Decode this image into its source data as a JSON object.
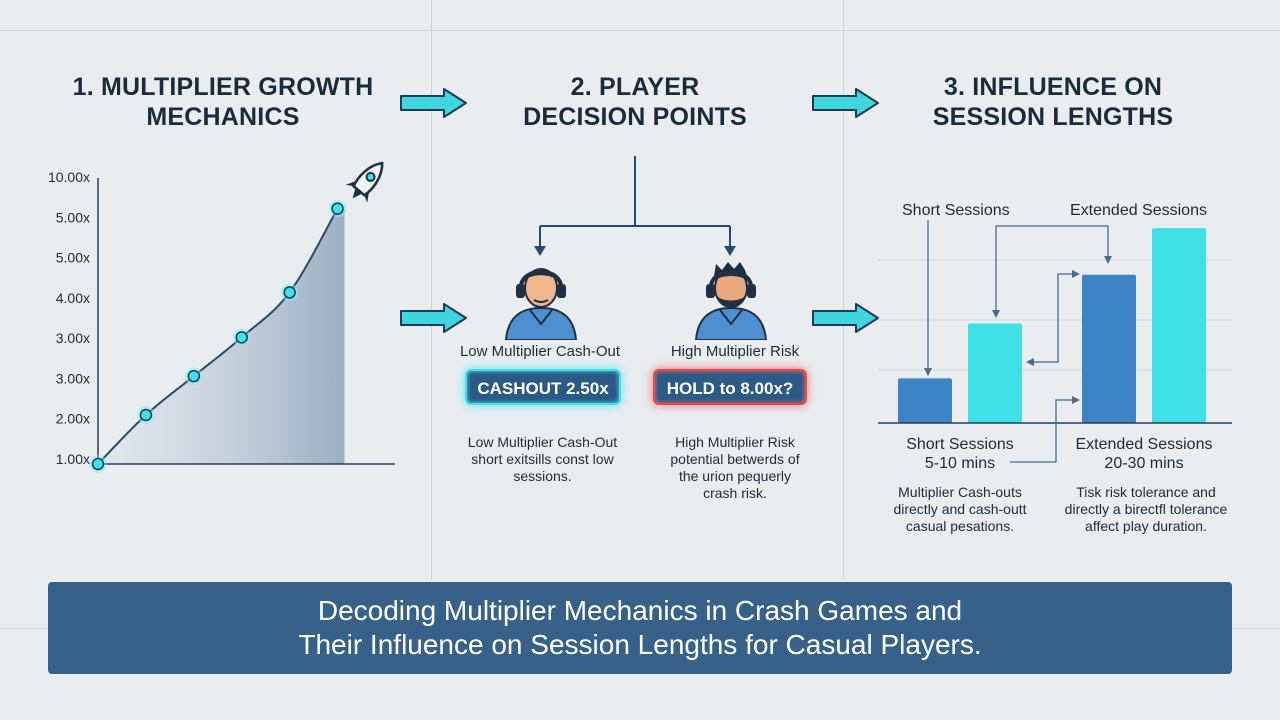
{
  "sections": {
    "growth": {
      "title_line1": "1. MULTIPLIER GROWTH",
      "title_line2": "MECHANICS"
    },
    "decisions": {
      "title_line1": "2. PLAYER",
      "title_line2": "DECISION POINTS"
    },
    "sessions": {
      "title_line1": "3. INFLUENCE ON",
      "title_line2": "SESSION LENGTHS"
    }
  },
  "icons": {
    "rocket": "rocket-icon",
    "player_low": "headset-player-icon",
    "player_high": "headset-player-icon",
    "arrow": "right-arrow-icon"
  },
  "colors": {
    "accent_cyan": "#3fe0e8",
    "bar_blue": "#3d84c6",
    "risk_red": "#e84a4a",
    "banner": "#38618a"
  },
  "chart_data": {
    "type": "line",
    "y_tick_labels": [
      "10.00x",
      "5.00x",
      "5.00x",
      "4.00x",
      "3.00x",
      "3.00x",
      "2.00x",
      "1.00x"
    ],
    "points": [
      {
        "x": 0,
        "y": 0
      },
      {
        "x": 1,
        "y": 1.2
      },
      {
        "x": 2,
        "y": 2.15
      },
      {
        "x": 3,
        "y": 3.1
      },
      {
        "x": 4,
        "y": 4.2
      },
      {
        "x": 5,
        "y": 6.25
      }
    ],
    "ylim": [
      0,
      7
    ],
    "xlim": [
      0,
      6.2
    ]
  },
  "decisions": {
    "low": {
      "label": "Low Multiplier Cash-Out",
      "button": "CASHOUT 2.50x",
      "desc_lines": [
        "Low Multiplier Cash-Out",
        "short exitsills const low",
        "sessions."
      ]
    },
    "high": {
      "label": "High Multiplier Risk",
      "button": "HOLD to 8.00x?",
      "desc_lines": [
        "High Multiplier Risk",
        "potential betwerds of",
        "the urion pequerly",
        "crash risk."
      ]
    }
  },
  "session_chart": {
    "type": "bar",
    "header_short": "Short Sessions",
    "header_extended": "Extended Sessions",
    "bars": [
      {
        "group": "short",
        "value": 1.1,
        "color": "#3d84c6"
      },
      {
        "group": "short",
        "value": 2.45,
        "color": "#3ee0e6"
      },
      {
        "group": "extended",
        "value": 3.65,
        "color": "#3d84c6"
      },
      {
        "group": "extended",
        "value": 4.8,
        "color": "#3ee0e6"
      }
    ],
    "ylim": [
      0,
      5
    ],
    "footer_short": [
      "Short Sessions",
      "5-10 mins"
    ],
    "footer_extended": [
      "Extended Sessions",
      "20-30 mins"
    ],
    "note_short": [
      "Multiplier Cash-outs",
      "directly and cash-outt",
      "casual pesations."
    ],
    "note_extended": [
      "Tisk risk tolerance and",
      "directly a birectfl tolerance",
      "affect play duration."
    ]
  },
  "banner": {
    "line1": "Decoding Multiplier Mechanics in Crash Games and",
    "line2": "Their Influence on Session Lengths for Casual Players."
  }
}
